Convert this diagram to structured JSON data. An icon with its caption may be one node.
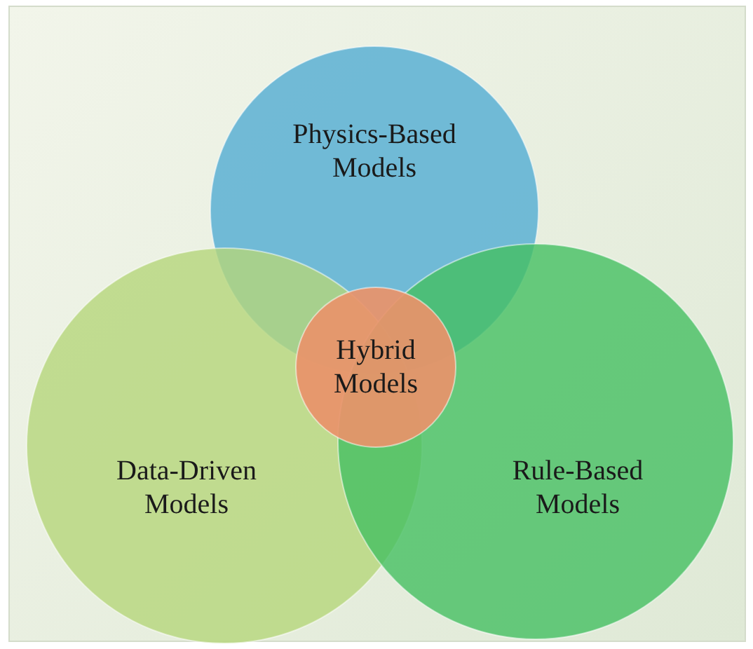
{
  "diagram": {
    "nodes": [
      {
        "text": [
          "Physics-Based Models"
        ]
      },
      {
        "text": [
          "Data-Driven Models"
        ]
      },
      {
        "text": [
          "Rule-Based Models"
        ]
      },
      {
        "text": [
          "Hybrid Models"
        ]
      }
    ],
    "edges": []
  }
}
